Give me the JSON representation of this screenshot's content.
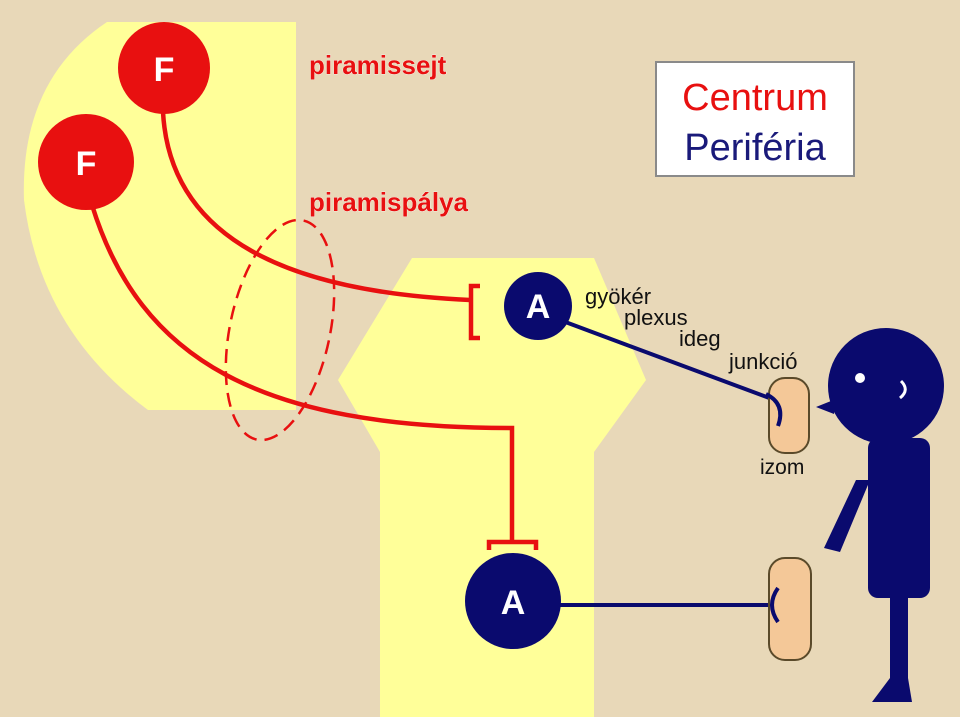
{
  "labels": {
    "pyramid_cell": "piramissejt",
    "pyramidal_tract": "piramispálya",
    "root": "gyökér",
    "plexus": "plexus",
    "nerve": "ideg",
    "junction": "junkció",
    "muscle": "izom"
  },
  "legend": {
    "line1": "Centrum",
    "line2": "Periféria"
  },
  "nodes": {
    "f_upper": "F",
    "f_left": "F",
    "a_middle": "A",
    "a_bottom": "A"
  },
  "colors": {
    "background": "#e8d8b8",
    "region": "#ffff99",
    "tract": "#e81010",
    "nerve": "#0a0a6e",
    "muscle": "#f4c898",
    "centrum": "#e81010",
    "periferia": "#1a1a7a"
  }
}
